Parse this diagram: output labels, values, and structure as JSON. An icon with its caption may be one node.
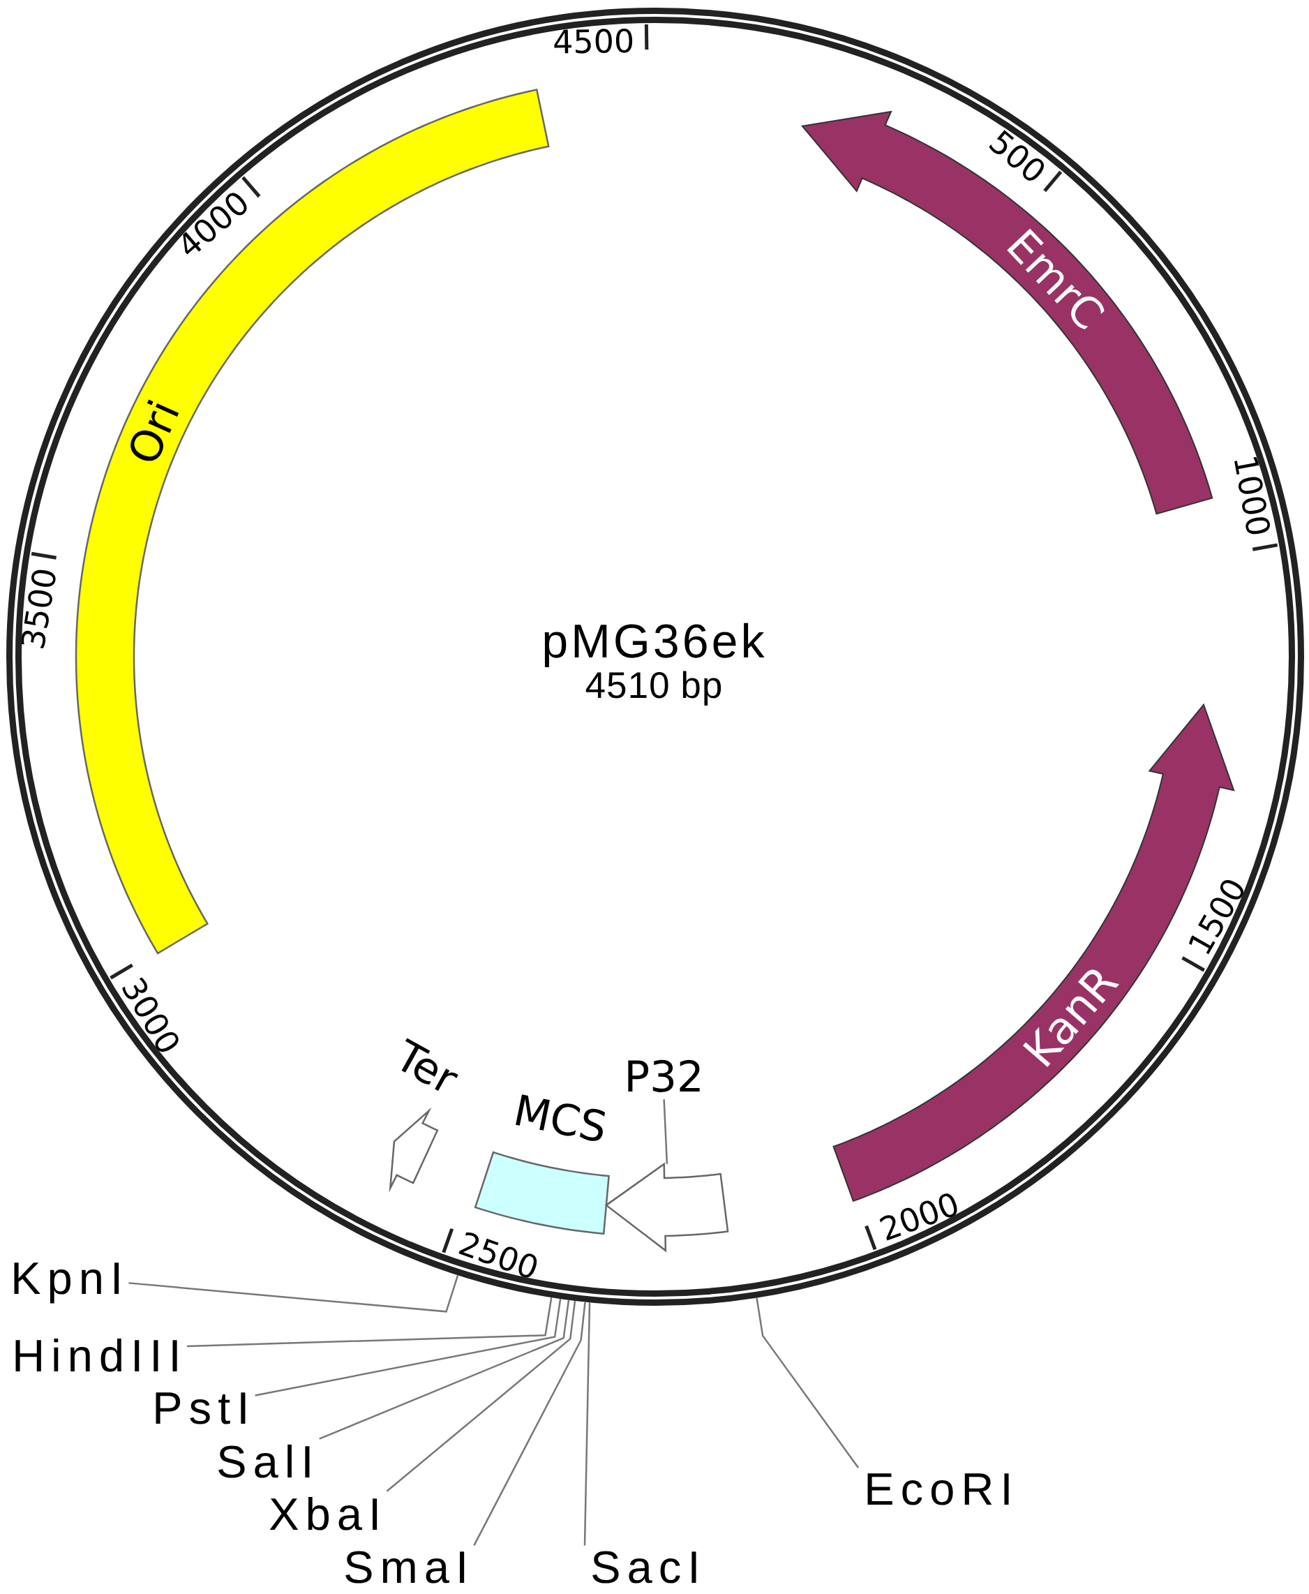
{
  "diagram": {
    "nodes": [
      {
        "text": [
          "pMG36ek",
          "4510 bp"
        ]
      },
      {
        "text": [
          "Ori"
        ],
        "in": 0
      },
      {
        "text": [
          "EmrC"
        ],
        "in": 0
      },
      {
        "text": [
          "KanR"
        ],
        "in": 0
      },
      {
        "text": [
          "Ter"
        ],
        "in": 0
      },
      {
        "text": [
          "MCS"
        ],
        "in": 0
      },
      {
        "text": [
          "P32"
        ],
        "in": 0
      },
      {
        "text": [],
        "shape": "arrow",
        "in": 0
      },
      {
        "text": [
          "KpnI"
        ]
      },
      {
        "text": [
          "HindIII"
        ]
      },
      {
        "text": [
          "PstI"
        ]
      },
      {
        "text": [
          "SalI"
        ]
      },
      {
        "text": [
          "XbaI"
        ]
      },
      {
        "text": [
          "SmaI"
        ]
      },
      {
        "text": [
          "SacI"
        ]
      },
      {
        "text": [
          "EcoRI"
        ]
      }
    ],
    "edges": [
      {
        "from": 6,
        "to": 7,
        "arrow": "none"
      },
      {
        "from": 8,
        "to": 0,
        "arrow": "none"
      },
      {
        "from": 9,
        "to": 0,
        "arrow": "none"
      },
      {
        "from": 10,
        "to": 0,
        "arrow": "none"
      },
      {
        "from": 11,
        "to": 0,
        "arrow": "none"
      },
      {
        "from": 12,
        "to": 0,
        "arrow": "none"
      },
      {
        "from": 13,
        "to": 0,
        "arrow": "none"
      },
      {
        "from": 14,
        "to": 0,
        "arrow": "none"
      },
      {
        "from": 15,
        "to": 0,
        "arrow": "none"
      }
    ],
    "labels": [
      "4500",
      "500",
      "4000",
      "1000",
      "3500",
      "1500",
      "3000",
      "2000",
      "2500"
    ]
  }
}
